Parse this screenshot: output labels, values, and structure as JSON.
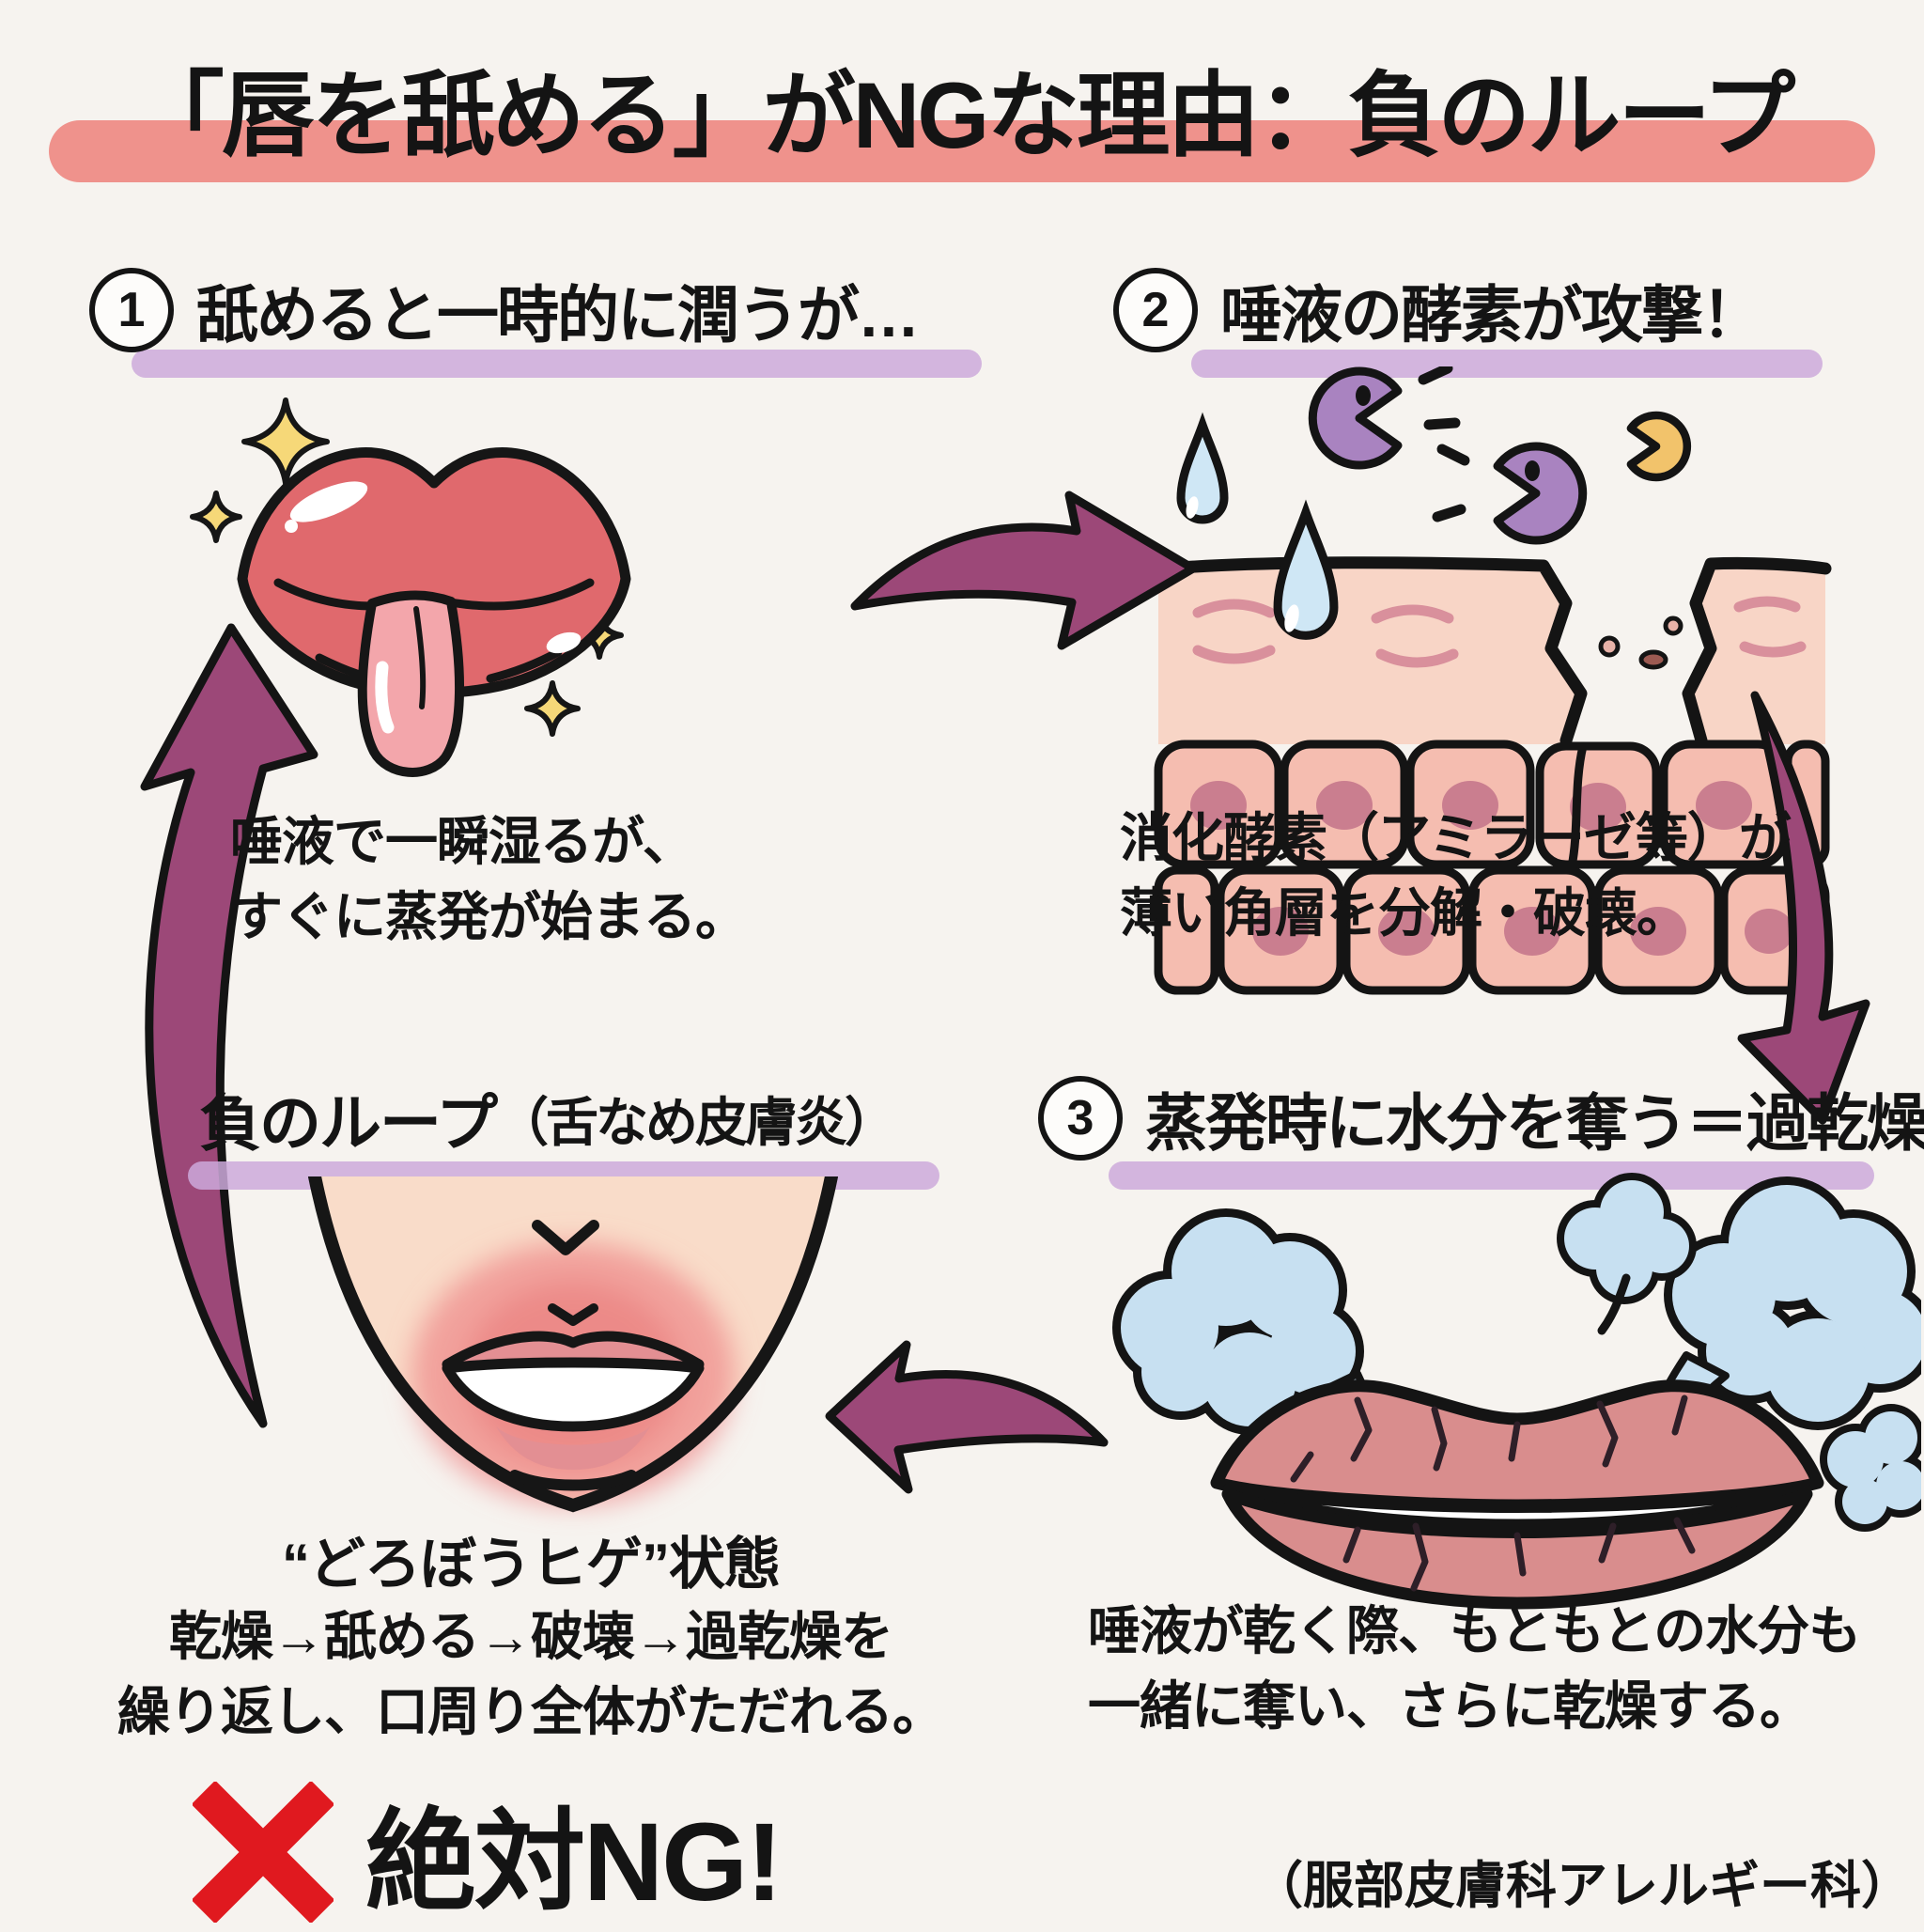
{
  "title": "「唇を舐める」がNGな理由：負のループ",
  "steps": {
    "step1": {
      "num": "1",
      "heading": "舐めると一時的に潤うが…",
      "cap1": "唾液で一瞬湿るが、",
      "cap2": "すぐに蒸発が始まる。"
    },
    "step2": {
      "num": "2",
      "heading": "唾液の酵素が攻撃！",
      "cap1": "消化酵素（アミラーゼ等）が",
      "cap2": "薄い角層を分解・破壊。"
    },
    "step3": {
      "num": "3",
      "heading": "蒸発時に水分を奪う＝過乾燥",
      "cap1": "唾液が乾く際、もともとの水分も",
      "cap2": "一緒に奪い、さらに乾燥する。"
    },
    "loop": {
      "heading": "負のループ",
      "heading_paren": "（舌なめ皮膚炎）",
      "cap1": "“どろぼうヒゲ”状態",
      "cap2": "乾燥→舐める→破壊→過乾燥を",
      "cap3": "繰り返し、口周り全体がただれる。",
      "ng": "絶対NG!"
    }
  },
  "credit": "（服部皮膚科アレルギー科）",
  "icons": {
    "illustration1": "glossy-lips-tongue",
    "illustration2": "skin-cells-enzymes",
    "illustration3": "cracked-lips-steam",
    "illustration4": "face-rash-around-mouth",
    "arrows": [
      "arrow-right-swoosh",
      "arrow-down-curve",
      "arrow-left-swoosh",
      "arrow-up-curve"
    ],
    "marks": [
      "sparkle-icon",
      "water-drop-icon",
      "enzyme-pacman-icon",
      "steam-cloud-icon",
      "red-x-icon"
    ]
  },
  "colors": {
    "background": "#f6f3ef",
    "title_highlight": "#ef928c",
    "heading_underline": "#cda9da",
    "arrow_plum": "#9c4878",
    "lips_red": "#e0696d",
    "tongue_pink": "#f3a6ab",
    "dry_lips_rose": "#d98d8d",
    "steam_blue": "#c7e0f1",
    "skin_peach": "#f8d5c6",
    "cell_pink": "#f5bdb0",
    "nucleus_rose": "#ca7e8f",
    "enzyme_purple": "#a983c0",
    "enzyme_yellow": "#f2c36b",
    "sparkle_yellow": "#f6d878",
    "ng_red": "#e0191f",
    "text_black": "#141414"
  }
}
